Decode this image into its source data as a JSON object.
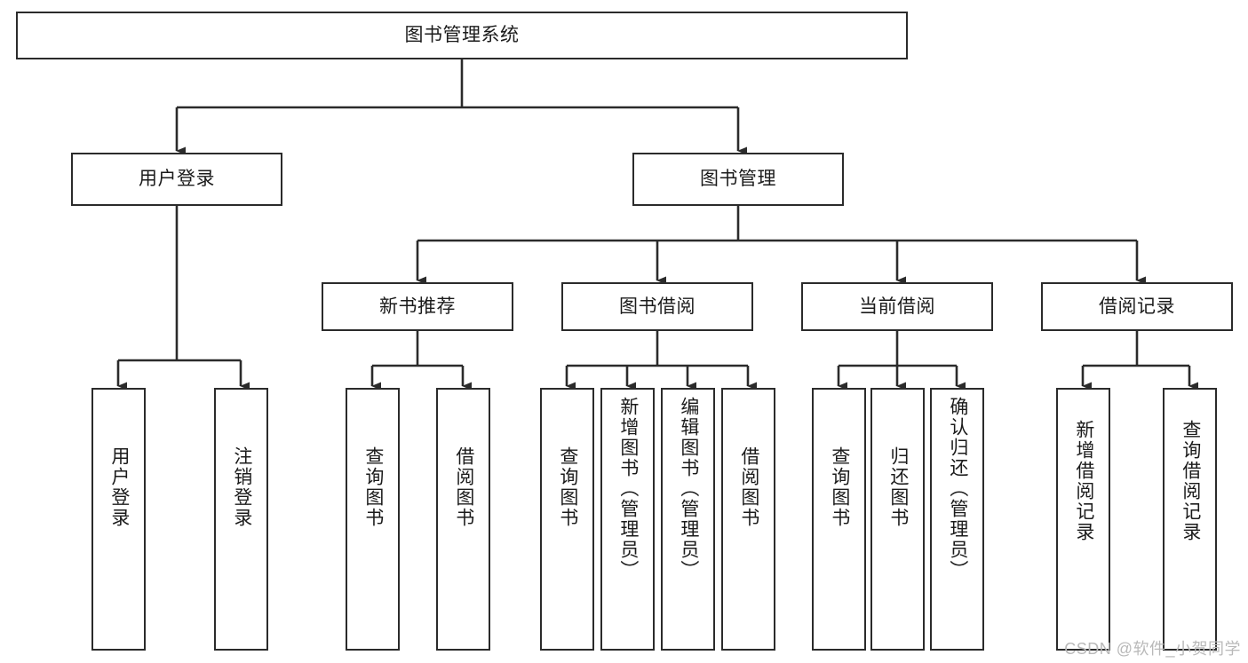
{
  "diagram": {
    "title": "图书管理系统",
    "type": "tree",
    "colors": {
      "stroke": "#2b2b2b",
      "fill": "#ffffff",
      "text": "#1b1b1b",
      "watermark": "#b9b9b9"
    },
    "root": {
      "label": "图书管理系统"
    },
    "level2": [
      {
        "label": "用户登录"
      },
      {
        "label": "图书管理"
      }
    ],
    "level3": [
      {
        "label": "新书推荐"
      },
      {
        "label": "图书借阅"
      },
      {
        "label": "当前借阅"
      },
      {
        "label": "借阅记录"
      }
    ],
    "leaves": [
      {
        "label": "用户登录",
        "parent": "用户登录"
      },
      {
        "label": "注销登录",
        "parent": "用户登录"
      },
      {
        "label": "查询图书",
        "parent": "新书推荐"
      },
      {
        "label": "借阅图书",
        "parent": "新书推荐"
      },
      {
        "label": "查询图书",
        "parent": "图书借阅"
      },
      {
        "label": "新增图书（管理员）",
        "parent": "图书借阅"
      },
      {
        "label": "编辑图书（管理员）",
        "parent": "图书借阅"
      },
      {
        "label": "借阅图书",
        "parent": "图书借阅"
      },
      {
        "label": "查询图书",
        "parent": "当前借阅"
      },
      {
        "label": "归还图书",
        "parent": "当前借阅"
      },
      {
        "label": "确认归还（管理员）",
        "parent": "当前借阅"
      },
      {
        "label": "新增借阅记录",
        "parent": "借阅记录"
      },
      {
        "label": "查询借阅记录",
        "parent": "借阅记录"
      }
    ]
  },
  "watermark": {
    "text": "CSDN @软件_小贺同学"
  }
}
